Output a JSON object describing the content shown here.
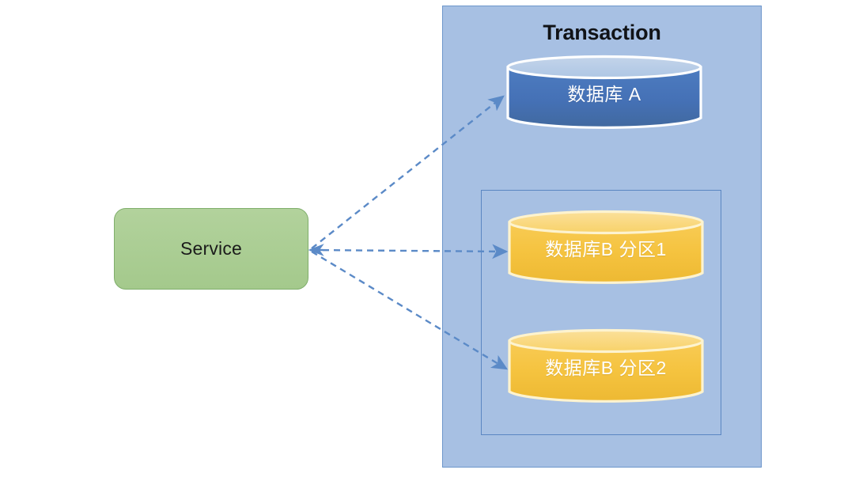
{
  "diagram": {
    "title": "Transaction",
    "background_color": "#ffffff",
    "panel": {
      "label": "Transaction",
      "fill_color": "#a7c0e3",
      "border_color": "#6d96cb"
    },
    "service": {
      "label": "Service",
      "fill_color": "#a9cd93",
      "border_color": "#7fae6b",
      "text_color": "#1b1b1b"
    },
    "databases": [
      {
        "id": "db-a",
        "label": "数据库 A",
        "body_color": "#4472b8",
        "top_color": "#b8cce8",
        "outline_color": "#ffffff",
        "text_color": "#ffffff"
      },
      {
        "id": "db-b-partition-1",
        "label": "数据库B 分区1",
        "body_color": "#f5c141",
        "top_color": "#fadf8e",
        "outline_color": "#fdf3cf",
        "text_color": "#ffffff"
      },
      {
        "id": "db-b-partition-2",
        "label": "数据库B 分区2",
        "body_color": "#f5c141",
        "top_color": "#fadf8e",
        "outline_color": "#fdf3cf",
        "text_color": "#ffffff"
      }
    ],
    "shard_group": {
      "border_color": "#5b86c2"
    },
    "connectors": {
      "style": "dashed",
      "color": "#5b8ac7",
      "count": 3,
      "origin": "service-right-edge",
      "targets": [
        "db-a",
        "db-b-partition-1",
        "db-b-partition-2"
      ]
    }
  }
}
